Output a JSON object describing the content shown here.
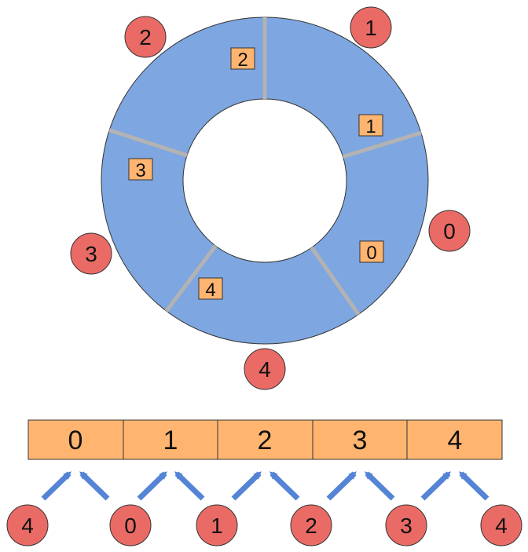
{
  "colors": {
    "ring_fill": "#7EA6E0",
    "ring_stroke": "#333333",
    "divider": "#B3B3B3",
    "box_fill": "#FFB570",
    "box_stroke": "#333333",
    "circle_fill": "#EA6B66",
    "circle_stroke": "#333333",
    "arrow_fill": "#5584D6",
    "arrow_stroke": "#3B62A8",
    "text": "#111111"
  },
  "ring": {
    "segment_labels": [
      "0",
      "1",
      "2",
      "3",
      "4"
    ],
    "outer_circle_labels": [
      "0",
      "1",
      "2",
      "3",
      "4"
    ]
  },
  "array": {
    "cells": [
      "0",
      "1",
      "2",
      "3",
      "4"
    ]
  },
  "bottom_circles": [
    "4",
    "0",
    "1",
    "2",
    "3",
    "4"
  ]
}
